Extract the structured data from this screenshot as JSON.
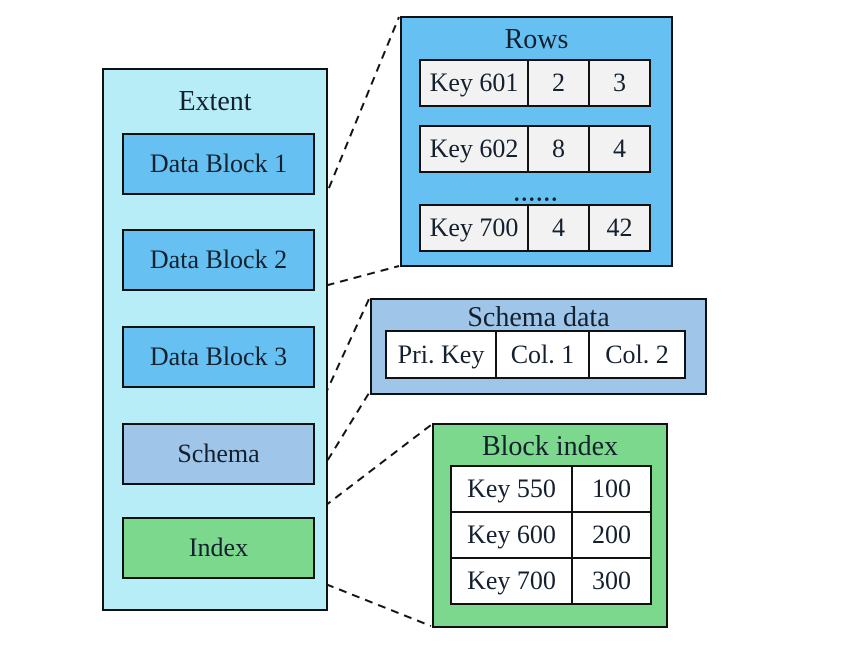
{
  "extent": {
    "title": "Extent",
    "blocks": [
      {
        "label": "Data Block 1"
      },
      {
        "label": "Data Block 2"
      },
      {
        "label": "Data Block 3"
      },
      {
        "label": "Schema"
      },
      {
        "label": "Index"
      }
    ]
  },
  "rows_panel": {
    "title": "Rows",
    "ellipsis": "......",
    "rows": [
      {
        "key": "Key 601",
        "col1": "2",
        "col2": "3"
      },
      {
        "key": "Key 602",
        "col1": "8",
        "col2": "4"
      },
      {
        "key": "Key 700",
        "col1": "4",
        "col2": "42"
      }
    ]
  },
  "schema_panel": {
    "title": "Schema data",
    "columns": [
      "Pri. Key",
      "Col. 1",
      "Col. 2"
    ]
  },
  "index_panel": {
    "title": "Block index",
    "entries": [
      {
        "key": "Key 550",
        "value": "100"
      },
      {
        "key": "Key 600",
        "value": "200"
      },
      {
        "key": "Key 700",
        "value": "300"
      }
    ]
  },
  "colors": {
    "extent_bg": "#b6edf7",
    "data_block": "#66c1f2",
    "schema_block": "#9fc5e8",
    "index_block": "#7bd88c",
    "row_cell": "#f2f2f2",
    "white_cell": "#ffffff",
    "border": "#111111",
    "text": "#14202e"
  }
}
